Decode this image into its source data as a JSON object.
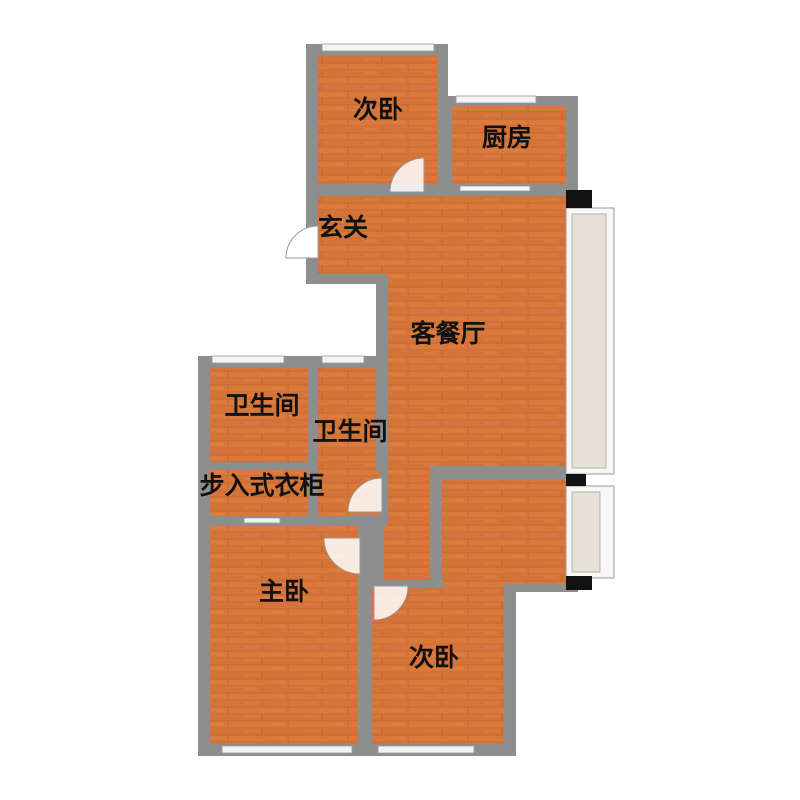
{
  "rooms": {
    "bedroom_top": "次卧",
    "kitchen": "厨房",
    "foyer": "玄关",
    "living_dining": "客餐厅",
    "bathroom_1": "卫生间",
    "bathroom_2": "卫生间",
    "walk_in_closet": "步入式衣柜",
    "master_bedroom": "主卧",
    "bedroom_bottom": "次卧"
  },
  "colors": {
    "floor": "#d9793b",
    "floor_plank_line": "#c2652c",
    "floor_light_line": "#e58a4c",
    "wall": "#8e8e8e",
    "window": "#f4f4f4",
    "balcony": "#e6e1d6",
    "label": "#111111"
  }
}
